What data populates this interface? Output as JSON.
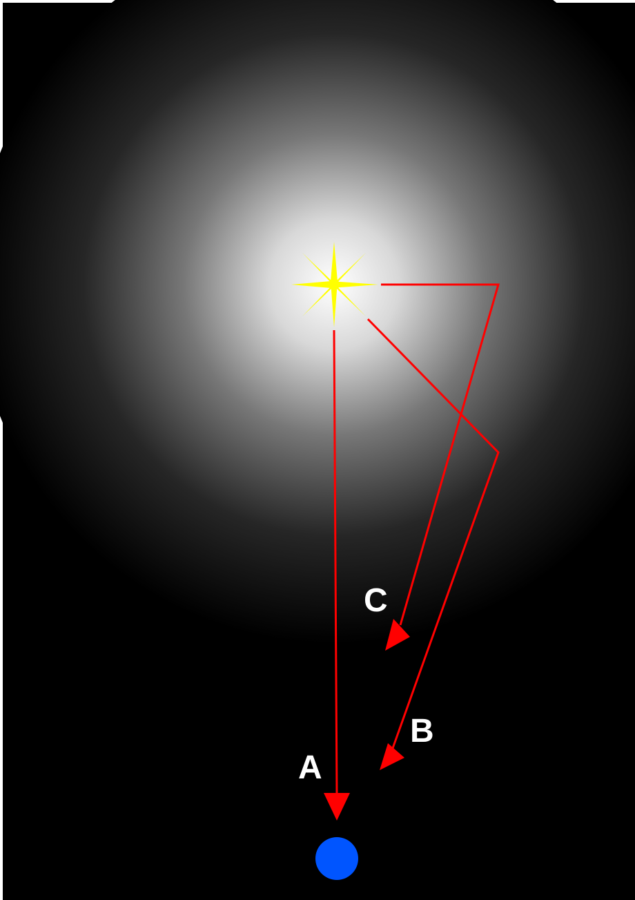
{
  "diagram": {
    "labels": {
      "a": "A",
      "b": "B",
      "c": "C"
    },
    "colors": {
      "background": "#000000",
      "glow": "#ffffff",
      "light_source": "#ffff00",
      "ray": "#ff0000",
      "observer": "#0055ff"
    },
    "icons": {
      "light_source": "star-icon",
      "observer": "observer-dot"
    }
  }
}
